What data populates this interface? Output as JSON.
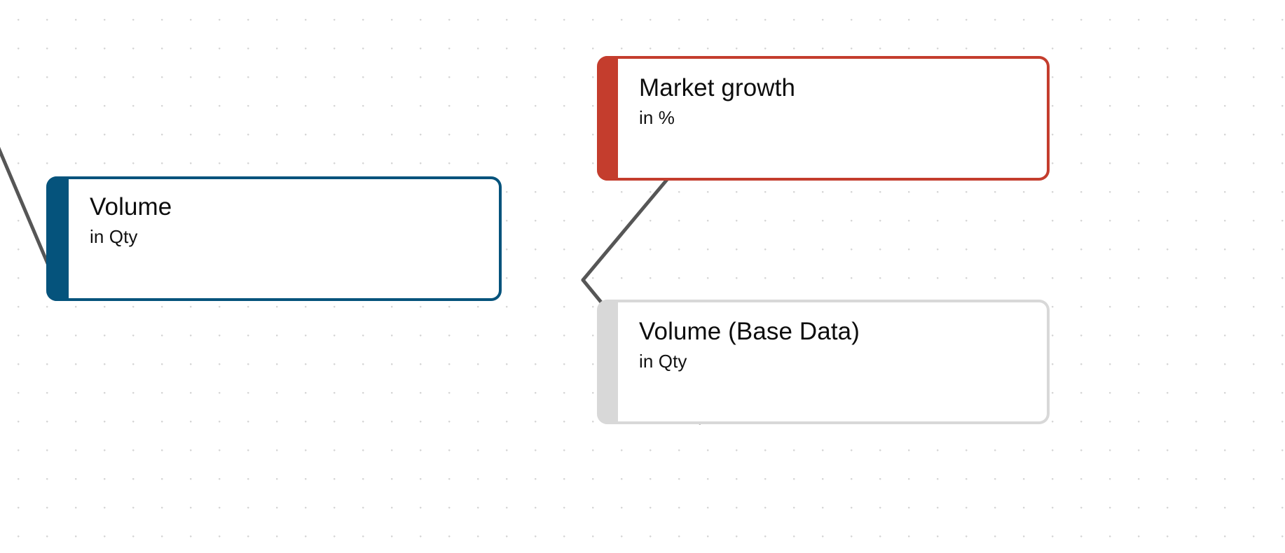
{
  "canvas": {
    "background": "#ffffff",
    "grid_dot_color": "#d6d6d6",
    "grid_spacing": "41"
  },
  "connector": {
    "color": "#565656",
    "width": "5"
  },
  "nodes": [
    {
      "id": "volume",
      "title": "Volume",
      "subtitle": "in Qty",
      "accent_color": "#05537c",
      "border_color": "#05537c"
    },
    {
      "id": "market-growth",
      "title": "Market growth",
      "subtitle": "in %",
      "accent_color": "#c43d2d",
      "border_color": "#c43d2d"
    },
    {
      "id": "volume-base",
      "title": "Volume (Base Data)",
      "subtitle": "in Qty",
      "accent_color": "#d8d8d8",
      "border_color": "#d8d8d8"
    }
  ]
}
